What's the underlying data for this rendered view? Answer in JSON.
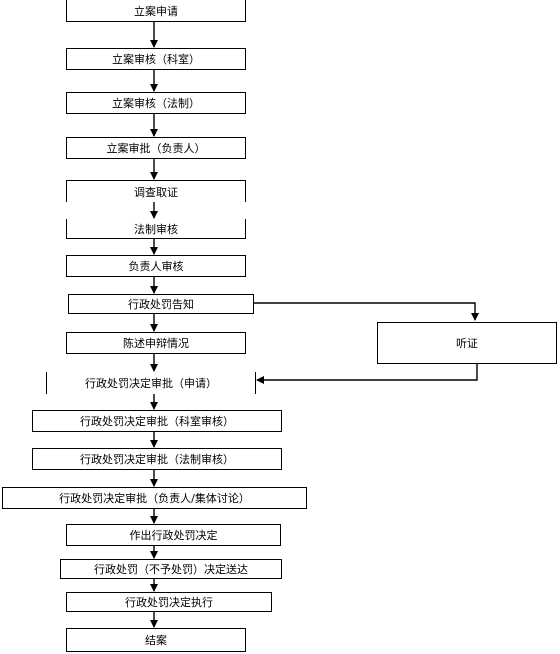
{
  "flowchart": {
    "steps": [
      {
        "id": "s1",
        "label": "立案申请"
      },
      {
        "id": "s2",
        "label": "立案审核（科室）"
      },
      {
        "id": "s3",
        "label": "立案审核（法制）"
      },
      {
        "id": "s4",
        "label": "立案审批（负责人）"
      },
      {
        "id": "s5",
        "label": "调查取证"
      },
      {
        "id": "s6",
        "label": "法制审核"
      },
      {
        "id": "s7",
        "label": "负责人审核"
      },
      {
        "id": "s8",
        "label": "行政处罚告知"
      },
      {
        "id": "s9",
        "label": "陈述申辩情况"
      },
      {
        "id": "s10",
        "label": "行政处罚决定审批（申请）"
      },
      {
        "id": "s11",
        "label": "行政处罚决定审批（科室审核）"
      },
      {
        "id": "s12",
        "label": "行政处罚决定审批（法制审核）"
      },
      {
        "id": "s13",
        "label": "行政处罚决定审批（负责人/集体讨论）"
      },
      {
        "id": "s14",
        "label": "作出行政处罚决定"
      },
      {
        "id": "s15",
        "label": "行政处罚（不予处罚）决定送达"
      },
      {
        "id": "s16",
        "label": "行政处罚决定执行"
      },
      {
        "id": "s17",
        "label": "结案"
      }
    ],
    "side": {
      "id": "hearing",
      "label": "听证"
    }
  }
}
